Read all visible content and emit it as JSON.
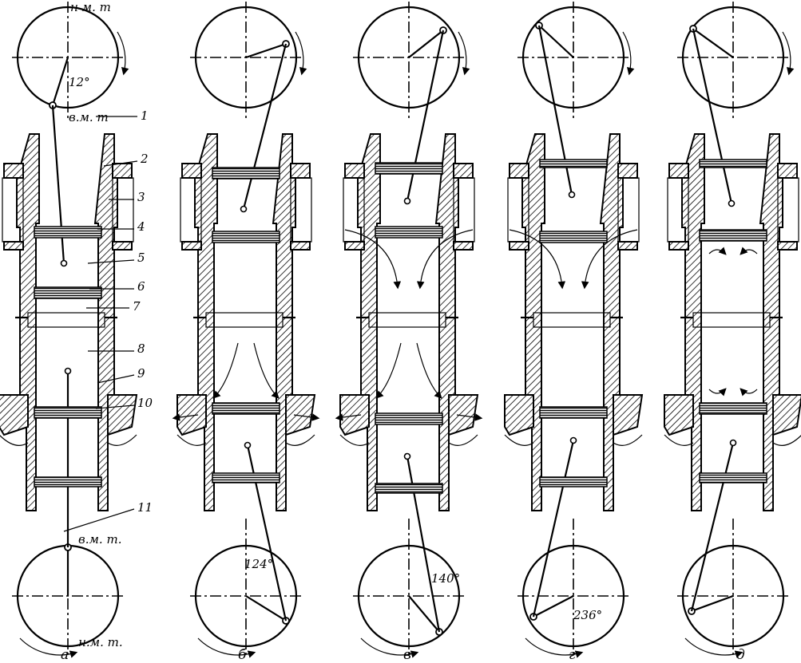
{
  "top_dead_point_label": "н м. т",
  "bottom_dead_point_label": "в.м. т.",
  "upper_piston_dead_point_label": "в.м. т",
  "bottom_lower_label": "н.м. т.",
  "angles": {
    "a": "12°",
    "b": "124°",
    "v": "140°",
    "g": "236°"
  },
  "part_numbers": [
    "1",
    "2",
    "3",
    "4",
    "5",
    "6",
    "7",
    "8",
    "9",
    "10",
    "11"
  ],
  "panels": [
    {
      "caption": "а"
    },
    {
      "caption": "б"
    },
    {
      "caption": "в"
    },
    {
      "caption": "г"
    },
    {
      "caption": "д"
    }
  ]
}
